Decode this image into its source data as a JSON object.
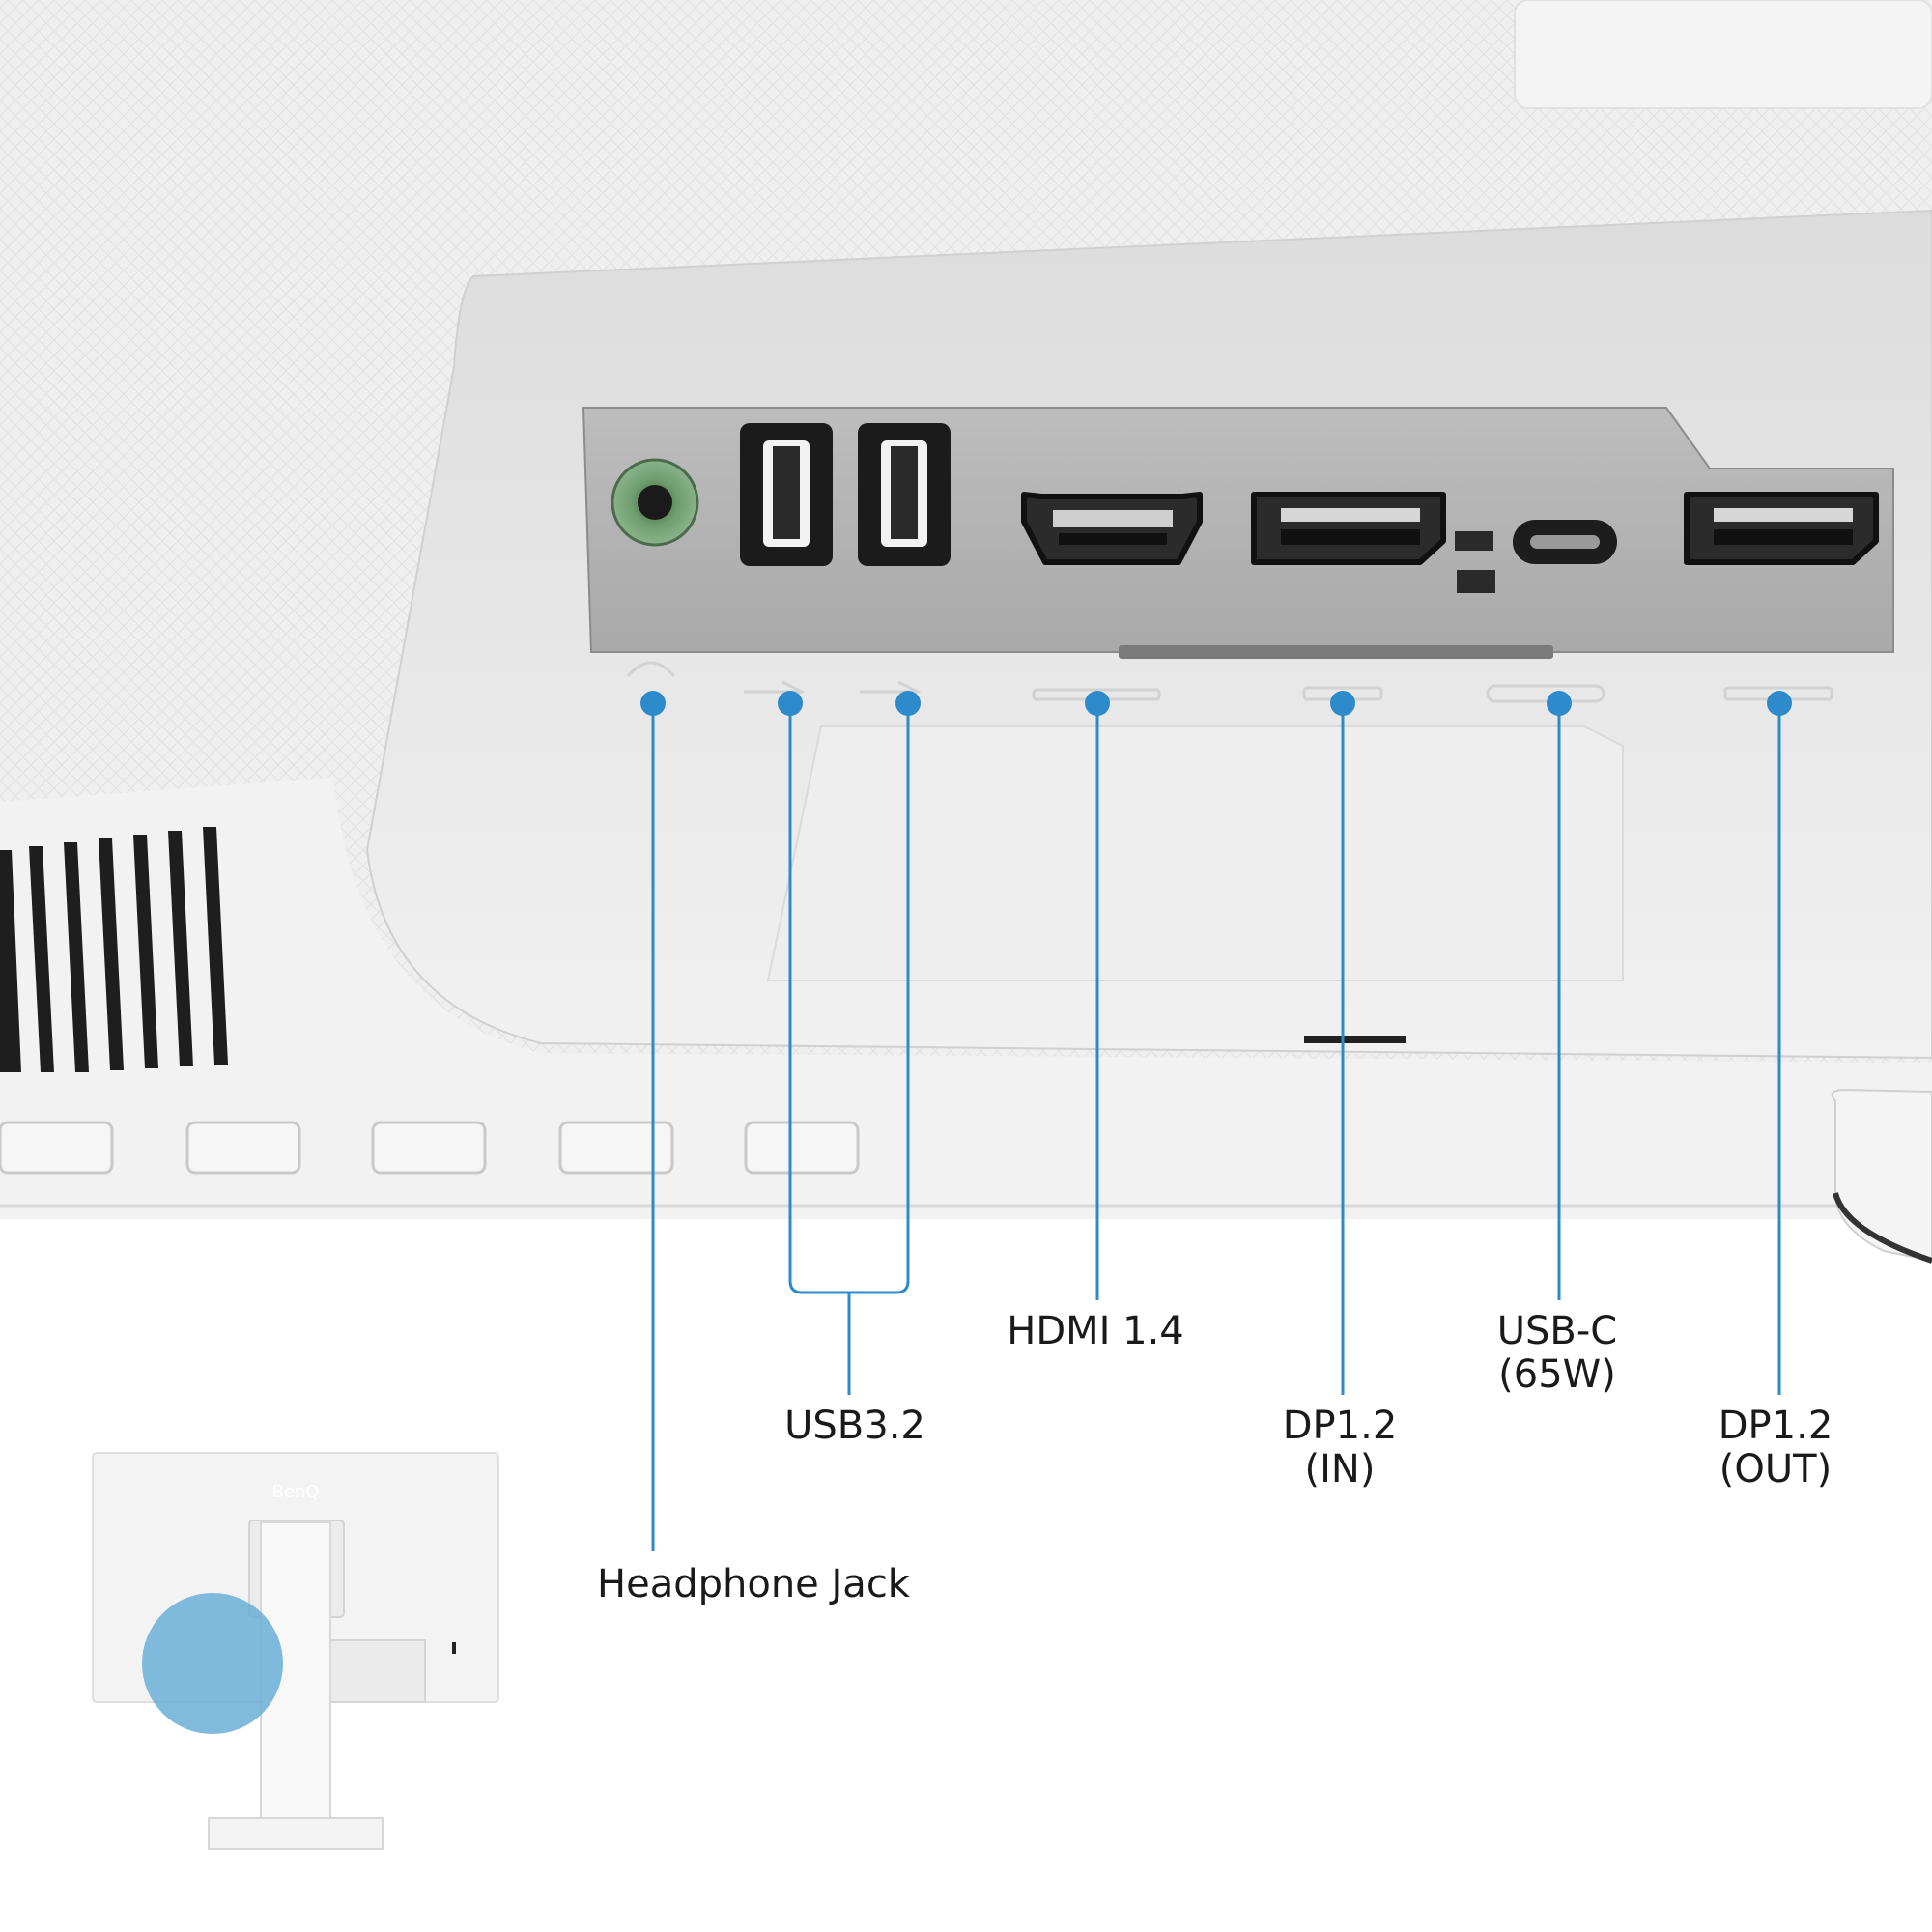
{
  "image": {
    "accent_color": "#2e8bcb",
    "highlight_color": "#6aaed6",
    "panel_color": "#b4b4b4",
    "body_color": "#ececec",
    "headphone_port_color": "#6f9e6f"
  },
  "ports": [
    {
      "id": "headphone",
      "label_lines": [
        "Headphone Jack"
      ],
      "icon": "headphone-icon"
    },
    {
      "id": "usb32",
      "label_lines": [
        "USB3.2"
      ],
      "icon": "usb-icon",
      "count": 2
    },
    {
      "id": "hdmi",
      "label_lines": [
        "HDMI 1.4"
      ],
      "icon": "hdmi-icon"
    },
    {
      "id": "dp_in",
      "label_lines": [
        "DP1.2",
        "(IN)"
      ],
      "icon": "displayport-icon"
    },
    {
      "id": "usbc",
      "label_lines": [
        "USB-C",
        "(65W)"
      ],
      "icon": "usb-c-icon"
    },
    {
      "id": "dp_out",
      "label_lines": [
        "DP1.2",
        "(OUT)"
      ],
      "icon": "displayport-icon"
    }
  ],
  "thumbnail": {
    "brand_text": "BenQ",
    "icon": "monitor-back-icon"
  }
}
